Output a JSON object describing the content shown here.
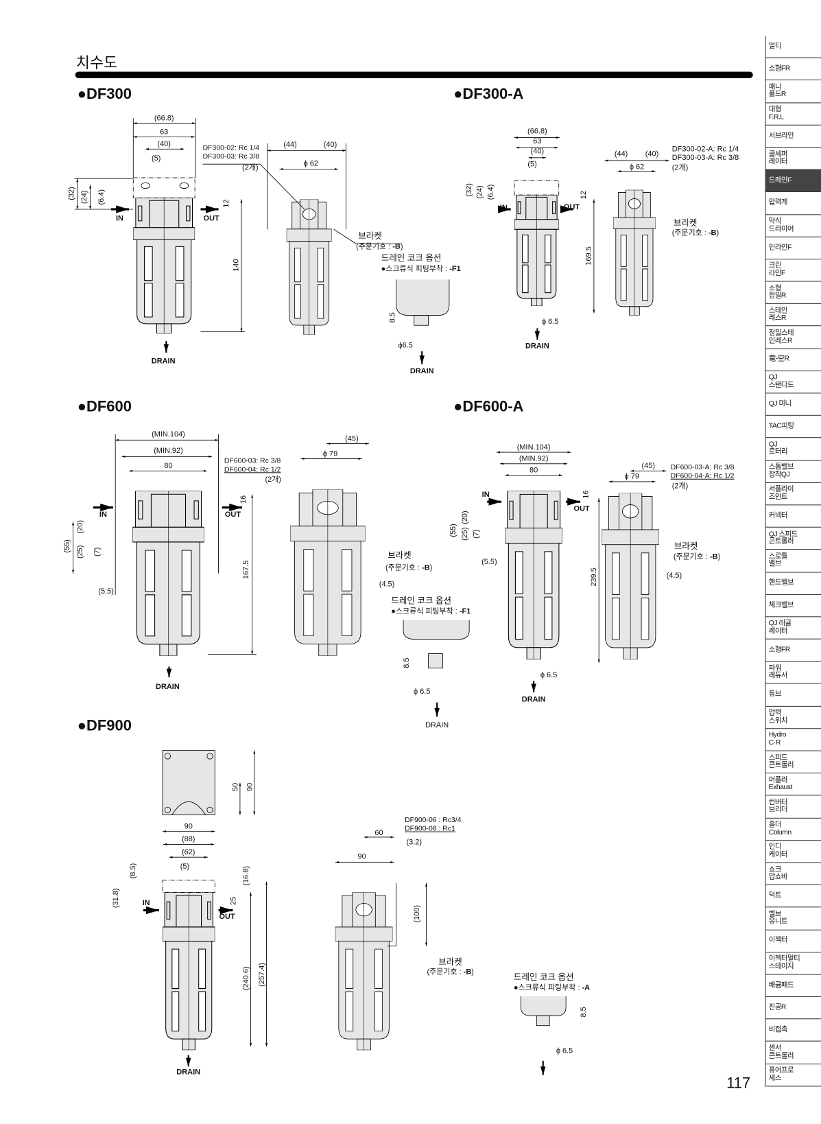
{
  "header": {
    "title": "치수도",
    "page_number": "117"
  },
  "sidebar": {
    "active_index": 6,
    "items": [
      "멀티",
      "소형FR",
      "매니\n폴드R",
      "대형\nF.R.L",
      "서브라인",
      "쿨세퍼\n레이터",
      "드레인F",
      "압력계",
      "막식\n드라이어",
      "인라인F",
      "크린\n라인F",
      "소형\n정밀R",
      "스테인\n레스R",
      "정밀스테\n인레스R",
      "電-空R",
      "QJ\n스탠다드",
      "QJ 미니",
      "TAC피팅",
      "QJ\n로터리",
      "스톱밸브\n장착QJ",
      "서플라이\n조인트",
      "커넥터",
      "QJ 스피드\n콘트롤러",
      "스로틀\n밸브",
      "핸드밸브",
      "체크밸브",
      "QJ 레귤\n레이터",
      "소형FR",
      "파워\n레듀서",
      "튜브",
      "압력\n스위치",
      "Hydro\nC·R",
      "스피드\n콘트롤러",
      "머플러\nExhaust",
      "컨버터\n브리더",
      "홀더\nColumn",
      "인디\n케이터",
      "쇼크\n압쇼바",
      "덕트",
      "벨브\n유니트",
      "이젝터",
      "이젝터멀티\n스테이지",
      "배큠패드",
      "진공R",
      "비접촉",
      "센서\n콘트롤러",
      "퓨어프로\n세스"
    ]
  },
  "common": {
    "in": "IN",
    "out": "OUT",
    "drain": "DRAIN",
    "bracket": "브라켓",
    "note_prefix": "(주문기호 : ",
    "note_code": "-B",
    "note_suffix": ")",
    "qty": "(2개)",
    "drain_opt_title": "드레인 코크 옵션",
    "drain_opt_sub": "●스크류식 피팅부착 : "
  },
  "df300": {
    "title": "●DF300",
    "front": [
      "(66.8)",
      "63",
      "(40)",
      "(5)",
      "(32)",
      "(24)",
      "(6.4)",
      "12",
      "140"
    ],
    "ports": [
      "DF300-02: Rc 1/4",
      "DF300-03: Rc 3/8"
    ],
    "side": [
      "(44)",
      "(40)",
      "ϕ 62"
    ],
    "drain_opt_code": "-F1",
    "drain_opt": [
      "8.5",
      "ϕ6.5"
    ]
  },
  "df300a": {
    "title": "●DF300-A",
    "front": [
      "(66.8)",
      "63",
      "(40)",
      "(5)",
      "(32)",
      "(24)",
      "(6.4)",
      "12",
      "169.5",
      "ϕ 6.5"
    ],
    "ports": [
      "DF300-02-A: Rc 1/4",
      "DF300-03-A: Rc 3/8"
    ],
    "side": [
      "(44)",
      "(40)",
      "ϕ 62"
    ]
  },
  "df600": {
    "title": "●DF600",
    "front": [
      "(MIN.104)",
      "(MIN.92)",
      "80",
      "16",
      "(55)",
      "(20)",
      "(25)",
      "(7)",
      "(5.5)",
      "167.5"
    ],
    "ports": [
      "DF600-03: Rc 3/8",
      "DF600-04: Rc 1/2"
    ],
    "side": [
      "(45)",
      "ϕ 79",
      "(4.5)"
    ],
    "drain_opt_code": "-F1",
    "drain_opt": [
      "8.5",
      "ϕ 6.5"
    ]
  },
  "df600a": {
    "title": "●DF600-A",
    "front": [
      "(MIN.104)",
      "(MIN.92)",
      "80",
      "16",
      "(55)",
      "(20)",
      "(25)",
      "(7)",
      "(5.5)",
      "239.5",
      "ϕ 6.5"
    ],
    "ports": [
      "DF600-03-A: Rc 3/8",
      "DF600-04-A: Rc 1/2"
    ],
    "side": [
      "(45)",
      "ϕ 79",
      "(4.5)"
    ]
  },
  "df900": {
    "title": "●DF900",
    "top": [
      "50",
      "90"
    ],
    "front": [
      "90",
      "(88)",
      "(62)",
      "(5)",
      "(8.5)",
      "(31.8)",
      "25",
      "(16.8)",
      "(240.6)",
      "(257.4)"
    ],
    "ports": [
      "DF900-06 : Rc3/4",
      "DF900-08 : Rc1"
    ],
    "side": [
      "60",
      "(3.2)",
      "90",
      "(100)"
    ],
    "drain_opt_code": "-A",
    "drain_opt": [
      "8.5",
      "ϕ 6.5"
    ]
  }
}
